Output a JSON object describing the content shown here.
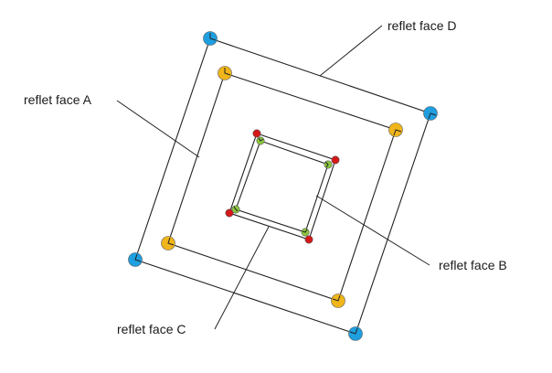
{
  "labels": {
    "face_a": "reflet face A",
    "face_b": "reflet face B",
    "face_c": "reflet face C",
    "face_d": "reflet face D"
  },
  "colors": {
    "outer_corner": "#1e9fe0",
    "middle_corner": "#f0b51a",
    "inner_outer_corner": "#d41818",
    "inner_inner_corner": "#8cc63f",
    "line": "#222222"
  }
}
